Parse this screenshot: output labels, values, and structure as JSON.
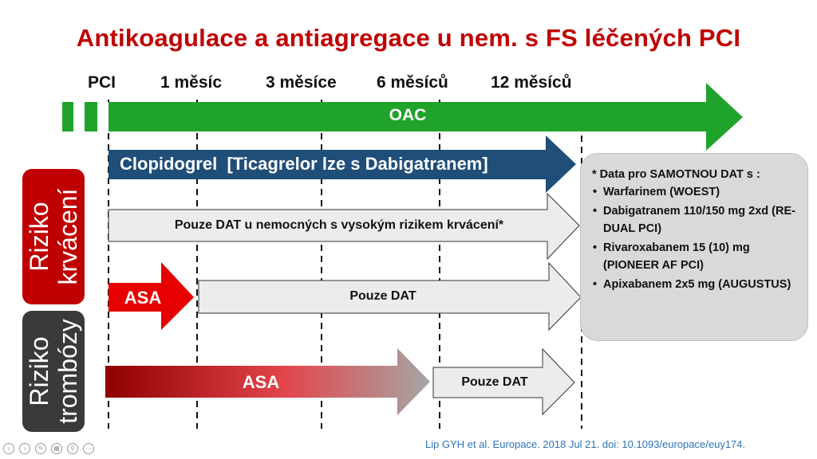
{
  "title": "Antikoagulace a antiagregace u nem. s FS léčených  PCI",
  "timeline": {
    "labels": [
      "PCI",
      "1 měsíc",
      "3 měsíce",
      "6 měsíců",
      "12 měsíců"
    ]
  },
  "arrows": {
    "oac": "OAC",
    "clopidogrel": "Clopidogrel  [Ticagrelor lze s Dabigatranem]",
    "dat_high_bleeding": "Pouze DAT u nemocných s vysokým rizikem krvácení*",
    "asa_bleeding": "ASA",
    "dat_bleeding": "Pouze DAT",
    "asa_thrombosis": "ASA",
    "dat_thrombosis": "Pouze DAT"
  },
  "side_labels": {
    "bleeding": [
      "Riziko",
      "krvácení"
    ],
    "thrombosis": [
      "Riziko",
      "trombózy"
    ]
  },
  "note": {
    "title": "* Data pro SAMOTNOU DAT s :",
    "items": [
      "Warfarinem (WOEST)",
      "Dabigatranem 110/150 mg 2xd (RE-DUAL PCI)",
      "Rivaroxabanem 15 (10) mg (PIONEER AF PCI)",
      "Apixabanem 2x5 mg (AUGUSTUS)"
    ]
  },
  "citation": "Lip GYH et al. Europace. 2018 Jul 21. doi: 10.1093/europace/euy174.",
  "colors": {
    "title": "#c00000",
    "oac": "#1fa32a",
    "clopidogrel": "#1f4e79",
    "dat": "#ececec",
    "asa_red": "#e60000",
    "bleeding_box": "#c00000",
    "thrombosis_box": "#3a3a3a",
    "citation": "#2e74b5"
  }
}
